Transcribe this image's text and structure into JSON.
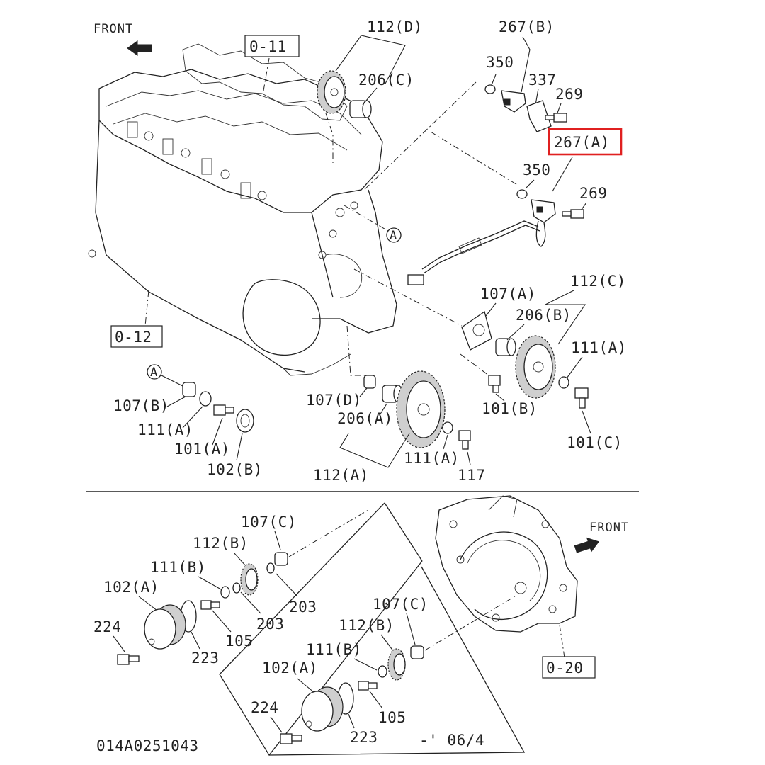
{
  "front_labels": [
    "FRONT",
    "FRONT"
  ],
  "refs": [
    "0-11",
    "0-12",
    "0-20"
  ],
  "callout_marker": "A",
  "highlighted_part": "267(A)",
  "colors": {
    "highlight": "#e02020",
    "ink": "#222222"
  },
  "part_labels": {
    "p112D": "112(D)",
    "p206C": "206(C)",
    "p267B": "267(B)",
    "p350a": "350",
    "p337": "337",
    "p269a": "269",
    "p267A": "267(A)",
    "p350b": "350",
    "p269b": "269",
    "p112C": "112(C)",
    "p107A": "107(A)",
    "p206B": "206(B)",
    "p111A_r": "111(A)",
    "p101B": "101(B)",
    "p101C": "101(C)",
    "p107B": "107(B)",
    "p111A_l": "111(A)",
    "p101A": "101(A)",
    "p102B": "102(B)",
    "p107D": "107(D)",
    "p206A": "206(A)",
    "p112A": "112(A)",
    "p111A_c": "111(A)",
    "p117": "117",
    "p107C_1": "107(C)",
    "p112B_1": "112(B)",
    "p111B_1": "111(B)",
    "p102A_1": "102(A)",
    "p224_1": "224",
    "p223_1": "223",
    "p105_1": "105",
    "p203_1": "203",
    "p203_2": "203",
    "p107C_2": "107(C)",
    "p112B_2": "112(B)",
    "p111B_2": "111(B)",
    "p102A_2": "102(A)",
    "p224_2": "224",
    "p223_2": "223",
    "p105_2": "105"
  },
  "drawing_code": "014A0251043",
  "date_note": "-' 06/4"
}
